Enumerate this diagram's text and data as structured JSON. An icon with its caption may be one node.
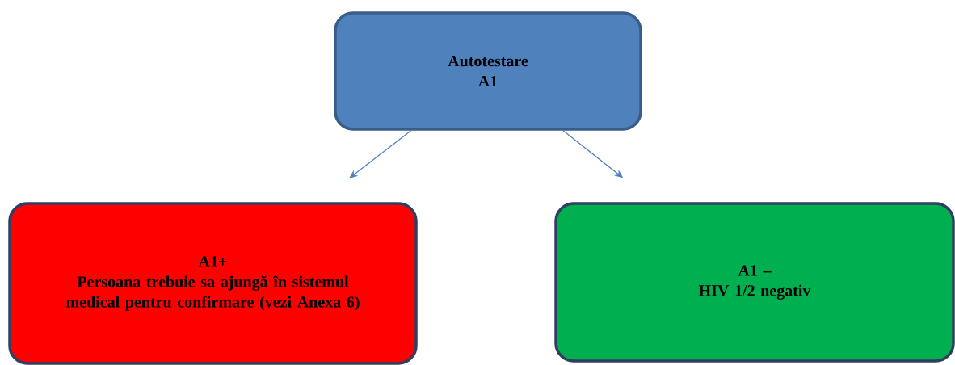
{
  "diagram": {
    "nodes": [
      {
        "text": [
          "Autotestare",
          "A1"
        ]
      },
      {
        "text": [
          "A1+",
          "Persoana trebuie sa ajungă în sistemul medical pentru confirmare (vezi Anexa 6)"
        ]
      },
      {
        "text": [
          "A1 –",
          "HIV 1/2 negativ"
        ]
      }
    ],
    "edges": [
      {
        "from": 0,
        "to": 1,
        "arrow": "to"
      },
      {
        "from": 0,
        "to": 2,
        "arrow": "to"
      }
    ]
  }
}
